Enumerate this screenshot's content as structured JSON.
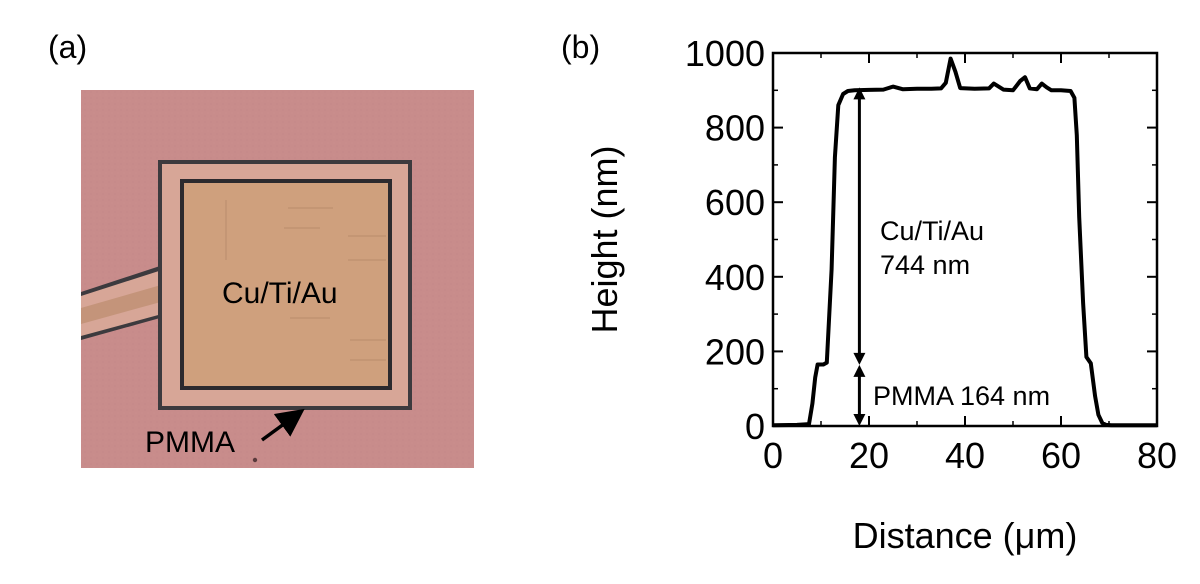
{
  "panel_a": {
    "label": "(a)",
    "pad_label": "Cu/Ti/Au",
    "pmma_label": "PMMA",
    "colors": {
      "substrate": "#c88c8b",
      "pmma_frame": "#d7a697",
      "pad_fill": "#cfa07d",
      "outline": "#3c3a3e"
    }
  },
  "panel_b": {
    "label": "(b)"
  },
  "chart_data": {
    "type": "line",
    "title": "",
    "xlabel": "Distance (μm)",
    "ylabel": "Height (nm)",
    "xlim": [
      0,
      80
    ],
    "ylim": [
      0,
      1000
    ],
    "xticks": [
      0,
      20,
      40,
      60,
      80
    ],
    "yticks": [
      0,
      200,
      400,
      600,
      800,
      1000
    ],
    "grid": false,
    "legend": "none",
    "series": [
      {
        "color": "#000000",
        "x": [
          0,
          5,
          7.5,
          8.2,
          8.8,
          9.3,
          10.5,
          11.2,
          12.2,
          12.9,
          13.6,
          14.6,
          15.6,
          17,
          20,
          23,
          25,
          27,
          30,
          33,
          35,
          36,
          37,
          38,
          39,
          42,
          45,
          46,
          48,
          50,
          51.5,
          52.5,
          53.5,
          55,
          56,
          57,
          58,
          60,
          62,
          62.8,
          63.3,
          63.8,
          64.6,
          65.3,
          66.2,
          67.1,
          67.8,
          68.6,
          69.4,
          70.5,
          72,
          75,
          80
        ],
        "y": [
          2,
          3,
          5,
          60,
          130,
          165,
          165,
          170,
          420,
          720,
          860,
          890,
          898,
          900,
          901,
          902,
          910,
          903,
          904,
          904,
          905,
          920,
          985,
          950,
          906,
          904,
          905,
          918,
          902,
          900,
          925,
          935,
          905,
          903,
          918,
          908,
          900,
          900,
          898,
          880,
          780,
          560,
          330,
          185,
          168,
          80,
          30,
          8,
          3,
          2,
          2,
          2,
          2
        ]
      }
    ],
    "annotations": [
      {
        "line1": "Cu/Ti/Au",
        "line2": "744 nm"
      },
      {
        "text": "PMMA 164 nm"
      }
    ],
    "arrows": [
      {
        "x": 18,
        "from": 164,
        "to": 908
      },
      {
        "x": 18,
        "from": 0,
        "to": 164
      }
    ]
  }
}
